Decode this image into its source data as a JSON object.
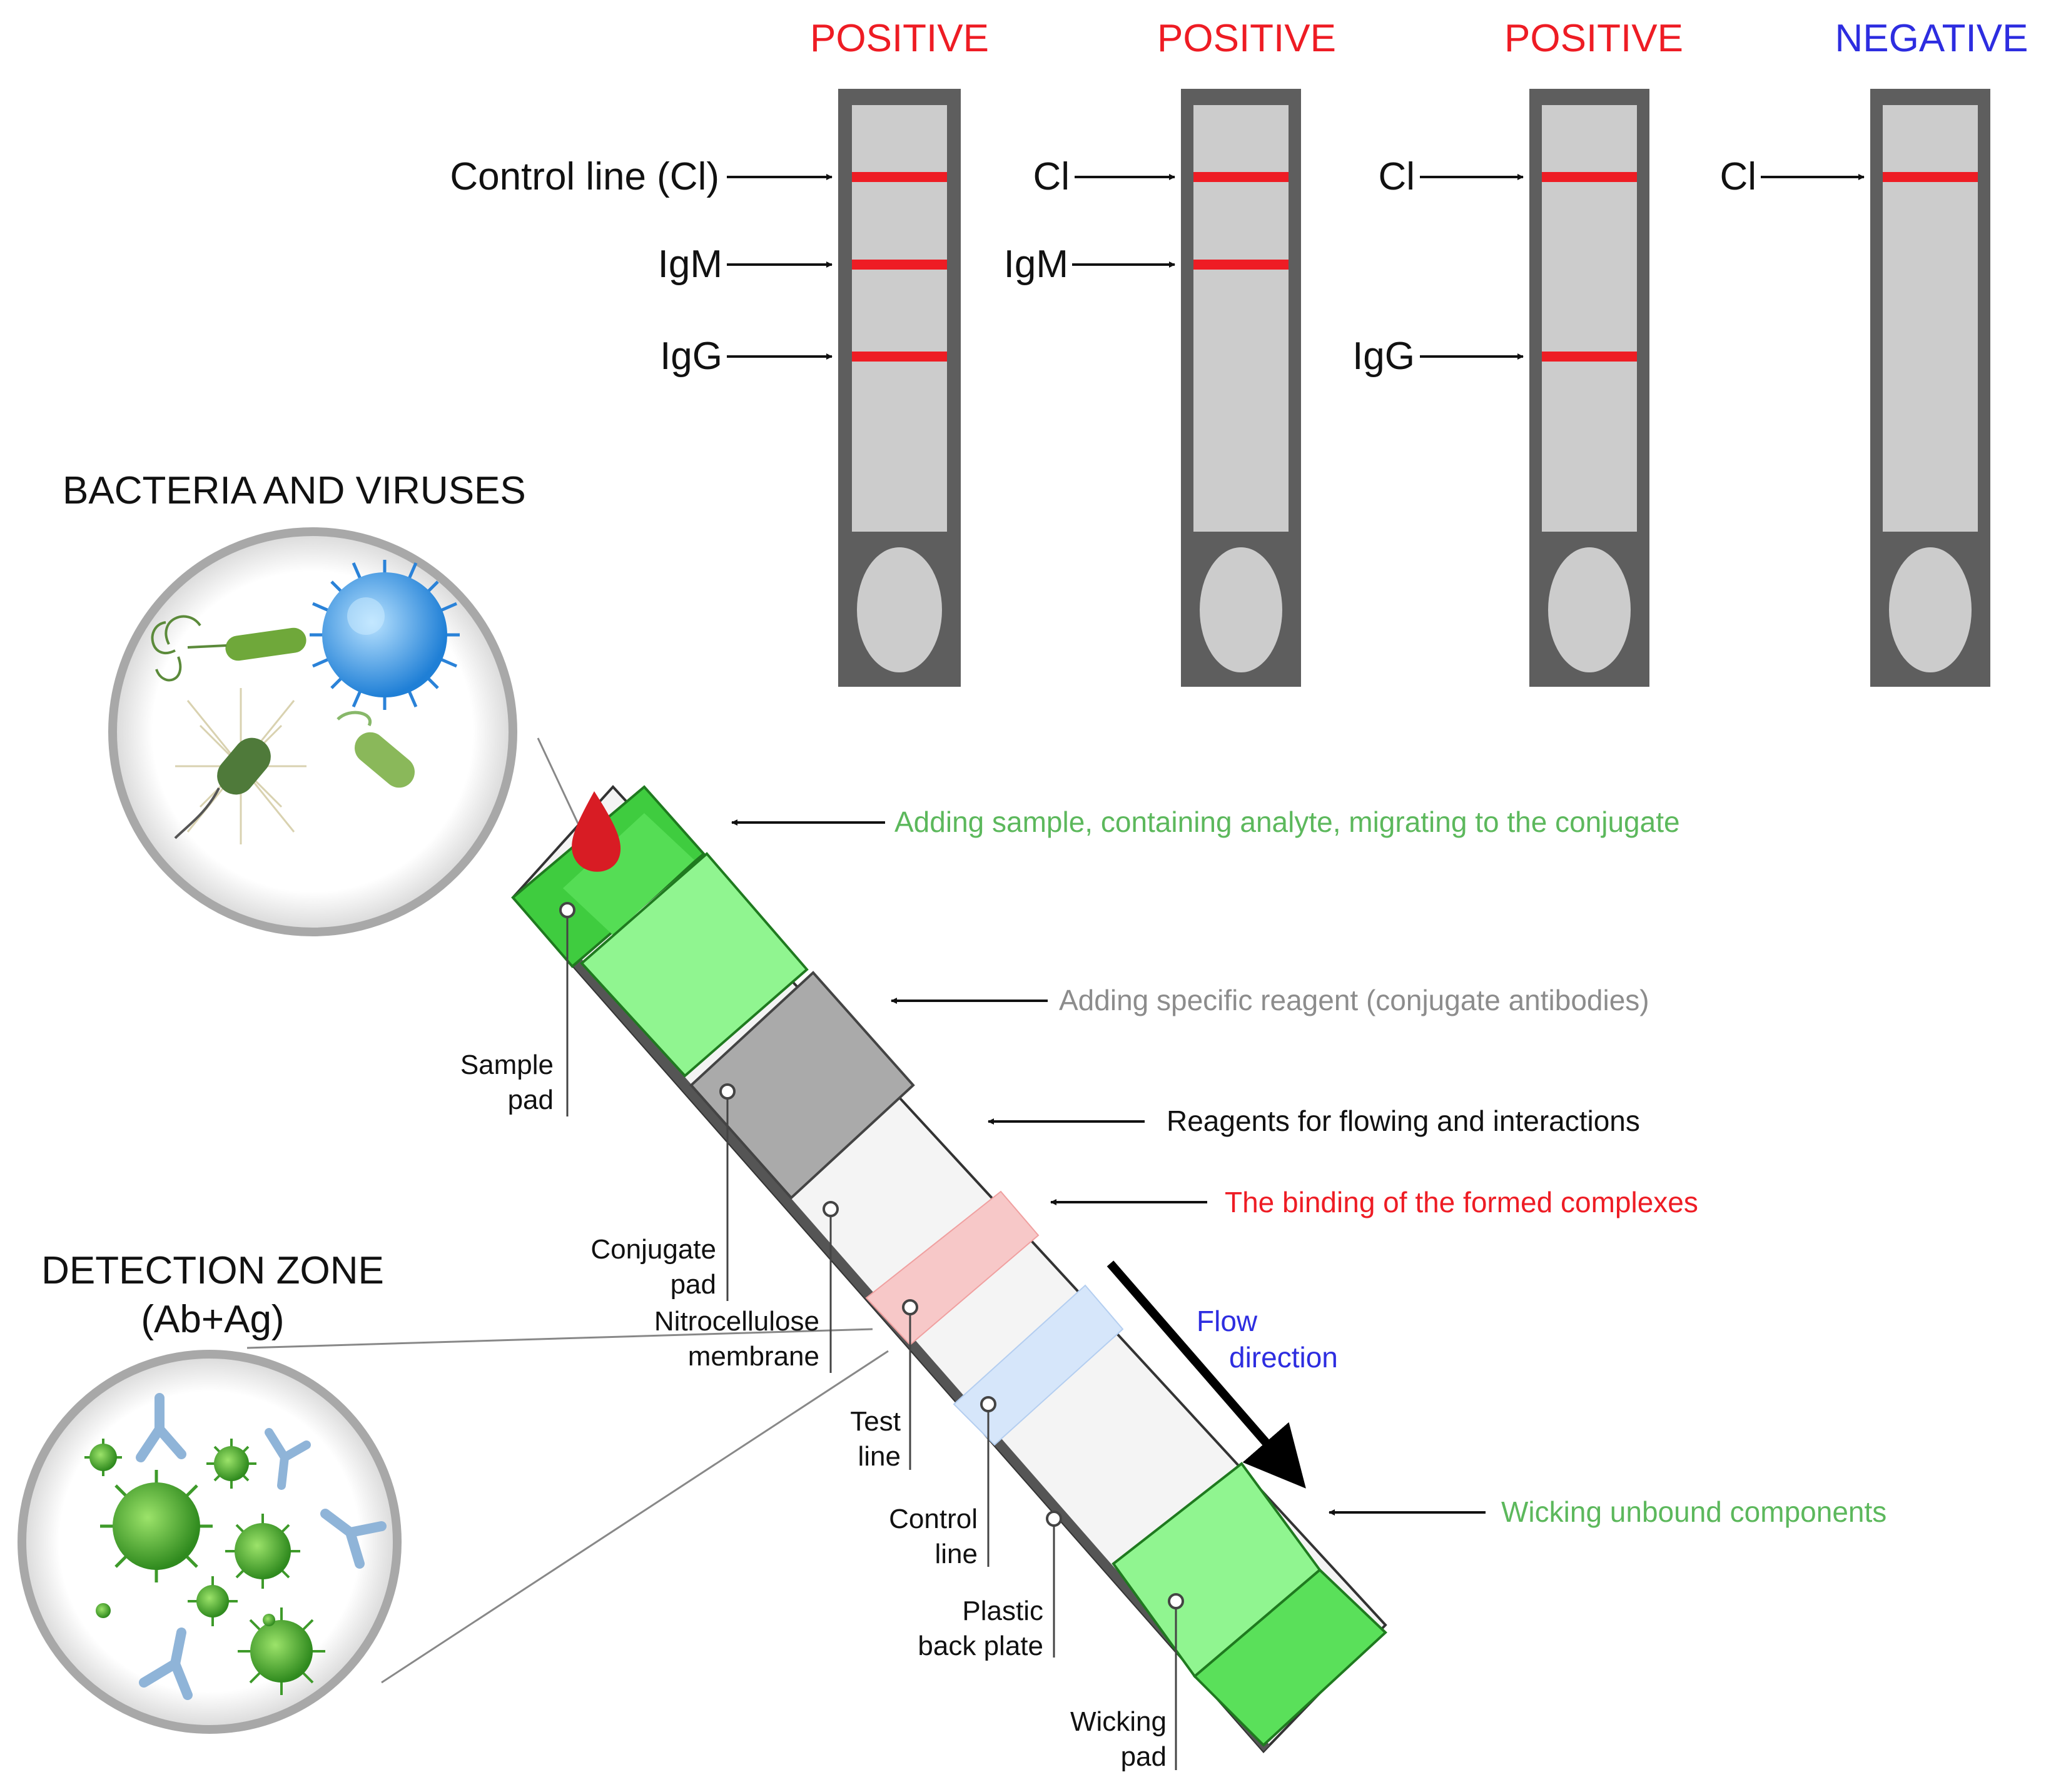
{
  "results": {
    "cassette1": {
      "label": "POSITIVE",
      "label_color": "#ee1c24",
      "ptr_cl": "Control line (Cl)",
      "ptr_igm": "IgM",
      "ptr_igg": "IgG"
    },
    "cassette2": {
      "label": "POSITIVE",
      "label_color": "#ee1c24",
      "ptr_cl": "Cl",
      "ptr_igm": "IgM"
    },
    "cassette3": {
      "label": "POSITIVE",
      "label_color": "#ee1c24",
      "ptr_cl": "Cl",
      "ptr_igg": "IgG"
    },
    "cassette4": {
      "label": "NEGATIVE",
      "label_color": "#2d2de0",
      "ptr_cl": "Cl"
    }
  },
  "insets": {
    "pathogens_title": "BACTERIA AND VIRUSES",
    "detection_title_1": "DETECTION ZONE",
    "detection_title_2": "(Ab+Ag)"
  },
  "annotations": {
    "sample": "Adding sample, containing analyte, migrating to the conjugate",
    "reagent": "Adding specific reagent (conjugate antibodies)",
    "flowing": "Reagents for flowing and interactions",
    "binding": "The binding of the formed complexes",
    "flow_1": "Flow",
    "flow_2": "direction",
    "wicking": "Wicking unbound components"
  },
  "parts": {
    "sample_pad_1": "Sample",
    "sample_pad_2": "pad",
    "conjugate_pad_1": "Conjugate",
    "conjugate_pad_2": "pad",
    "nitro_1": "Nitrocellulose",
    "nitro_2": "membrane",
    "test_line_1": "Test",
    "test_line_2": "line",
    "control_line_1": "Control",
    "control_line_2": "line",
    "back_plate_1": "Plastic",
    "back_plate_2": "back plate",
    "wicking_pad_1": "Wicking",
    "wicking_pad_2": "pad"
  },
  "colors": {
    "cassette_frame": "#5e5e5e",
    "window": "#cccccc",
    "band": "#ee1c24",
    "green_text": "#5cb85c",
    "gray_text": "#8c8c8c",
    "red_text": "#ee1c24",
    "blue_text": "#2d2de0"
  }
}
